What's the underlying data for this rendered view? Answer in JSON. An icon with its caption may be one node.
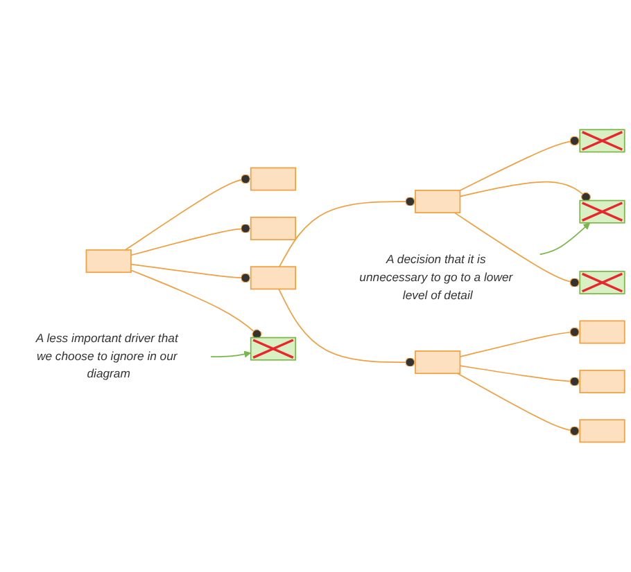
{
  "diagram": {
    "nodes": [
      {
        "text": [],
        "shape": "box"
      },
      {
        "text": [],
        "shape": "box"
      },
      {
        "text": [],
        "shape": "box"
      },
      {
        "text": [],
        "shape": "box"
      },
      {
        "text": [],
        "shape": "box"
      },
      {
        "text": [],
        "shape": "box"
      },
      {
        "text": [],
        "shape": "box"
      },
      {
        "text": [],
        "shape": "box"
      },
      {
        "text": [],
        "shape": "box"
      },
      {
        "text": [],
        "shape": "box"
      },
      {
        "text": [],
        "shape": "box"
      },
      {
        "text": [],
        "shape": "box"
      },
      {
        "text": [],
        "shape": "box"
      },
      {
        "text": [
          "A decision that it is unnecessary to go to a lower level of detail"
        ]
      },
      {
        "text": [
          "A less important driver that we choose to ignore in our diagram"
        ]
      }
    ],
    "edges": [
      {
        "from": 0,
        "to": 1,
        "arrow": "other"
      },
      {
        "from": 0,
        "to": 2,
        "arrow": "other"
      },
      {
        "from": 0,
        "to": 3,
        "arrow": "other"
      },
      {
        "from": 0,
        "to": 4,
        "arrow": "other"
      },
      {
        "from": 3,
        "to": 5,
        "arrow": "other"
      },
      {
        "from": 3,
        "to": 6,
        "arrow": "other"
      },
      {
        "from": 5,
        "to": 7,
        "arrow": "other"
      },
      {
        "from": 5,
        "to": 8,
        "arrow": "other"
      },
      {
        "from": 5,
        "to": 9,
        "arrow": "other"
      },
      {
        "from": 6,
        "to": 10,
        "arrow": "other"
      },
      {
        "from": 6,
        "to": 11,
        "arrow": "other"
      },
      {
        "from": 6,
        "to": 12,
        "arrow": "other"
      },
      {
        "from": 13,
        "to": 8,
        "arrow": "to",
        "color": "#7ab648"
      },
      {
        "from": 14,
        "to": 4,
        "arrow": "to",
        "color": "#7ab648"
      }
    ]
  }
}
